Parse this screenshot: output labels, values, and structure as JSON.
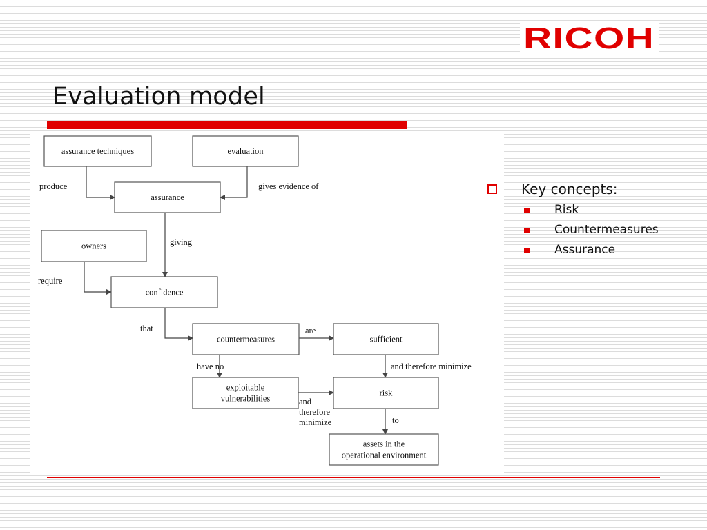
{
  "logo": {
    "text": "RICOH",
    "color": "#e00000"
  },
  "title": "Evaluation model",
  "accent_color": "#e00000",
  "diagram": {
    "nodes": [
      {
        "id": "assurance-techniques",
        "label": "assurance techniques"
      },
      {
        "id": "evaluation",
        "label": "evaluation"
      },
      {
        "id": "assurance",
        "label": "assurance"
      },
      {
        "id": "owners",
        "label": "owners"
      },
      {
        "id": "confidence",
        "label": "confidence"
      },
      {
        "id": "countermeasures",
        "label": "countermeasures"
      },
      {
        "id": "sufficient",
        "label": "sufficient"
      },
      {
        "id": "exploitable-vulnerabilities",
        "label": [
          "exploitable",
          "vulnerabilities"
        ]
      },
      {
        "id": "risk",
        "label": "risk"
      },
      {
        "id": "assets",
        "label": [
          "assets in the",
          "operational environment"
        ]
      }
    ],
    "edges": [
      {
        "from": "assurance-techniques",
        "to": "assurance",
        "label": "produce"
      },
      {
        "from": "evaluation",
        "to": "assurance",
        "label": "gives evidence of"
      },
      {
        "from": "assurance",
        "to": "confidence",
        "label": "giving"
      },
      {
        "from": "owners",
        "to": "confidence",
        "label": "require"
      },
      {
        "from": "confidence",
        "to": "countermeasures",
        "label": "that"
      },
      {
        "from": "countermeasures",
        "to": "sufficient",
        "label": "are"
      },
      {
        "from": "countermeasures",
        "to": "exploitable-vulnerabilities",
        "label": "have no"
      },
      {
        "from": "sufficient",
        "to": "risk",
        "label": "and therefore minimize"
      },
      {
        "from": "exploitable-vulnerabilities",
        "to": "risk",
        "label": [
          "and",
          "therefore",
          "minimize"
        ]
      },
      {
        "from": "risk",
        "to": "assets",
        "label": "to"
      }
    ]
  },
  "key_concepts": {
    "heading": "Key concepts:",
    "items": [
      "Risk",
      "Countermeasures",
      "Assurance"
    ]
  }
}
